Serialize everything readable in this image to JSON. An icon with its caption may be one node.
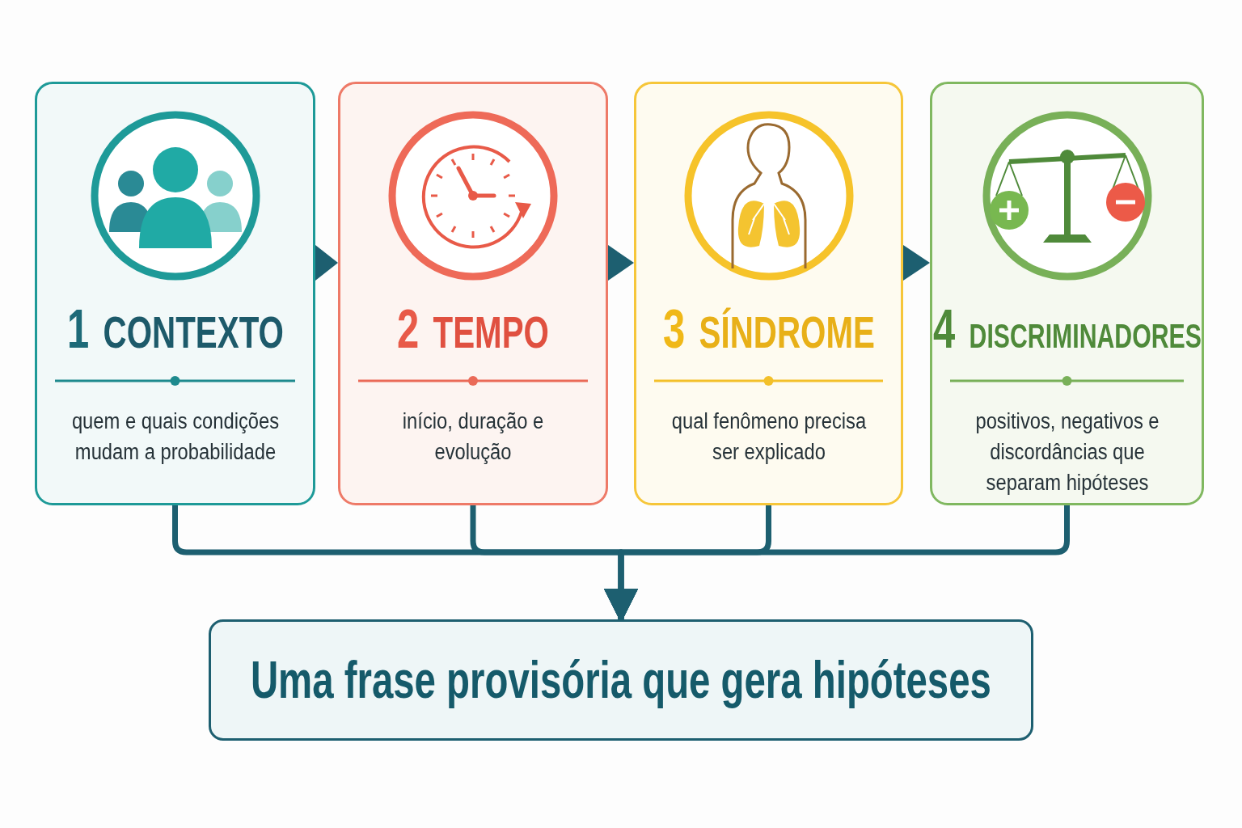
{
  "diagram": {
    "nodes": [
      {
        "text": [
          "1",
          "CONTEXTO",
          "quem e quais condições mudam a probabilidade"
        ]
      },
      {
        "text": [
          "2",
          "TEMPO",
          "início, duração e evolução"
        ]
      },
      {
        "text": [
          "3",
          "SÍNDROME",
          "qual fenômeno precisa ser explicado"
        ]
      },
      {
        "text": [
          "4",
          "DISCRIMINADORES",
          "positivos, negativos e discordâncias que separam hipóteses"
        ]
      },
      {
        "text": [
          "Uma frase provisória que gera hipóteses"
        ]
      }
    ],
    "edges": [
      {
        "from": 0,
        "to": 1,
        "arrow": "to"
      },
      {
        "from": 1,
        "to": 2,
        "arrow": "to"
      },
      {
        "from": 2,
        "to": 3,
        "arrow": "to"
      },
      {
        "from": 0,
        "to": 4,
        "arrow": "to"
      },
      {
        "from": 1,
        "to": 4,
        "arrow": "to"
      },
      {
        "from": 2,
        "to": 4,
        "arrow": "to"
      },
      {
        "from": 3,
        "to": 4,
        "arrow": "to"
      }
    ]
  }
}
